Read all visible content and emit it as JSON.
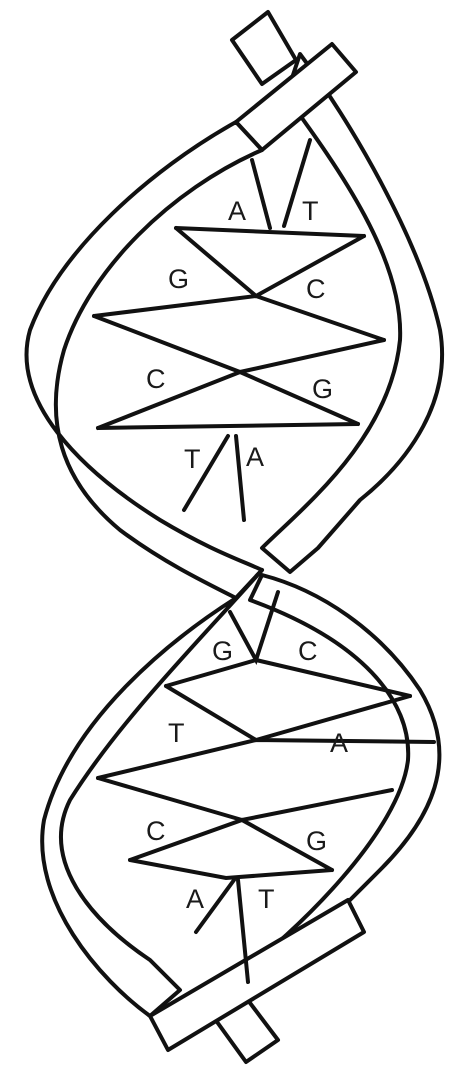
{
  "colors": {
    "line": "#111111",
    "fill": "#ffffff",
    "label": "#1a1a1a"
  },
  "labels": {
    "pair1_left": "A",
    "pair1_right": "T",
    "pair2_left": "G",
    "pair2_right": "C",
    "pair3_left": "C",
    "pair3_right": "G",
    "pair4_left": "T",
    "pair4_right": "A",
    "pair5_left": "G",
    "pair5_right": "C",
    "pair6_left": "T",
    "pair6_right": "A",
    "pair7_left": "C",
    "pair7_right": "G",
    "pair8_left": "A",
    "pair8_right": "T"
  }
}
